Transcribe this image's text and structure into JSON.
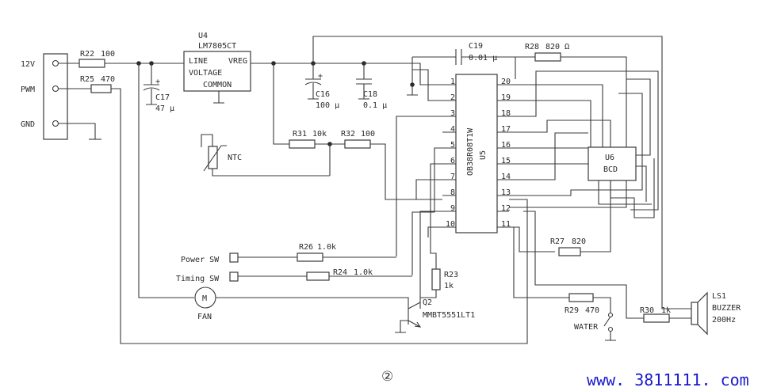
{
  "connector": {
    "pin1": "12V",
    "pin2": "PWM",
    "pin3": "GND"
  },
  "u4": {
    "ref": "U4",
    "part": "LM7805CT",
    "line": "LINE",
    "vreg": "VREG",
    "voltage": "VOLTAGE",
    "common": "COMMON"
  },
  "r22": {
    "ref": "R22",
    "value": "100"
  },
  "r25": {
    "ref": "R25",
    "value": "470"
  },
  "c17": {
    "ref": "C17",
    "value": "47 µ"
  },
  "c16": {
    "ref": "C16",
    "value": "100 µ"
  },
  "c18": {
    "ref": "C18",
    "value": "0.1 µ"
  },
  "c19": {
    "ref": "C19",
    "value": "0.01 µ"
  },
  "r28": {
    "ref": "R28",
    "value": "820 Ω"
  },
  "r31": {
    "ref": "R31",
    "value": "10k"
  },
  "r32": {
    "ref": "R32",
    "value": "100"
  },
  "ntc": "NTC",
  "u5": {
    "ref": "U5",
    "part": "OB38R08T1W",
    "left_pins": [
      "1",
      "2",
      "3",
      "4",
      "5",
      "6",
      "7",
      "8",
      "9",
      "10"
    ],
    "right_pins": [
      "20",
      "19",
      "18",
      "17",
      "16",
      "15",
      "14",
      "13",
      "12",
      "11"
    ]
  },
  "u6": {
    "ref": "U6",
    "part": "BCD"
  },
  "r26": {
    "ref": "R26",
    "value": "1.0k"
  },
  "r24": {
    "ref": "R24",
    "value": "1.0k"
  },
  "r23": {
    "ref": "R23",
    "value": "1k"
  },
  "r27": {
    "ref": "R27",
    "value": "820"
  },
  "r29": {
    "ref": "R29",
    "value": "470"
  },
  "r30": {
    "ref": "R30",
    "value": "1k"
  },
  "switches": {
    "power": "Power SW",
    "timing": "Timing SW",
    "water": "WATER"
  },
  "fan": {
    "symbol": "M",
    "label": "FAN"
  },
  "q2": {
    "ref": "Q2",
    "part": "MMBT5551LT1"
  },
  "buzzer": {
    "ref": "LS1",
    "type": "BUZZER",
    "freq": "200Hz"
  },
  "figure_number": "②",
  "watermark": "www. 3811111. com"
}
